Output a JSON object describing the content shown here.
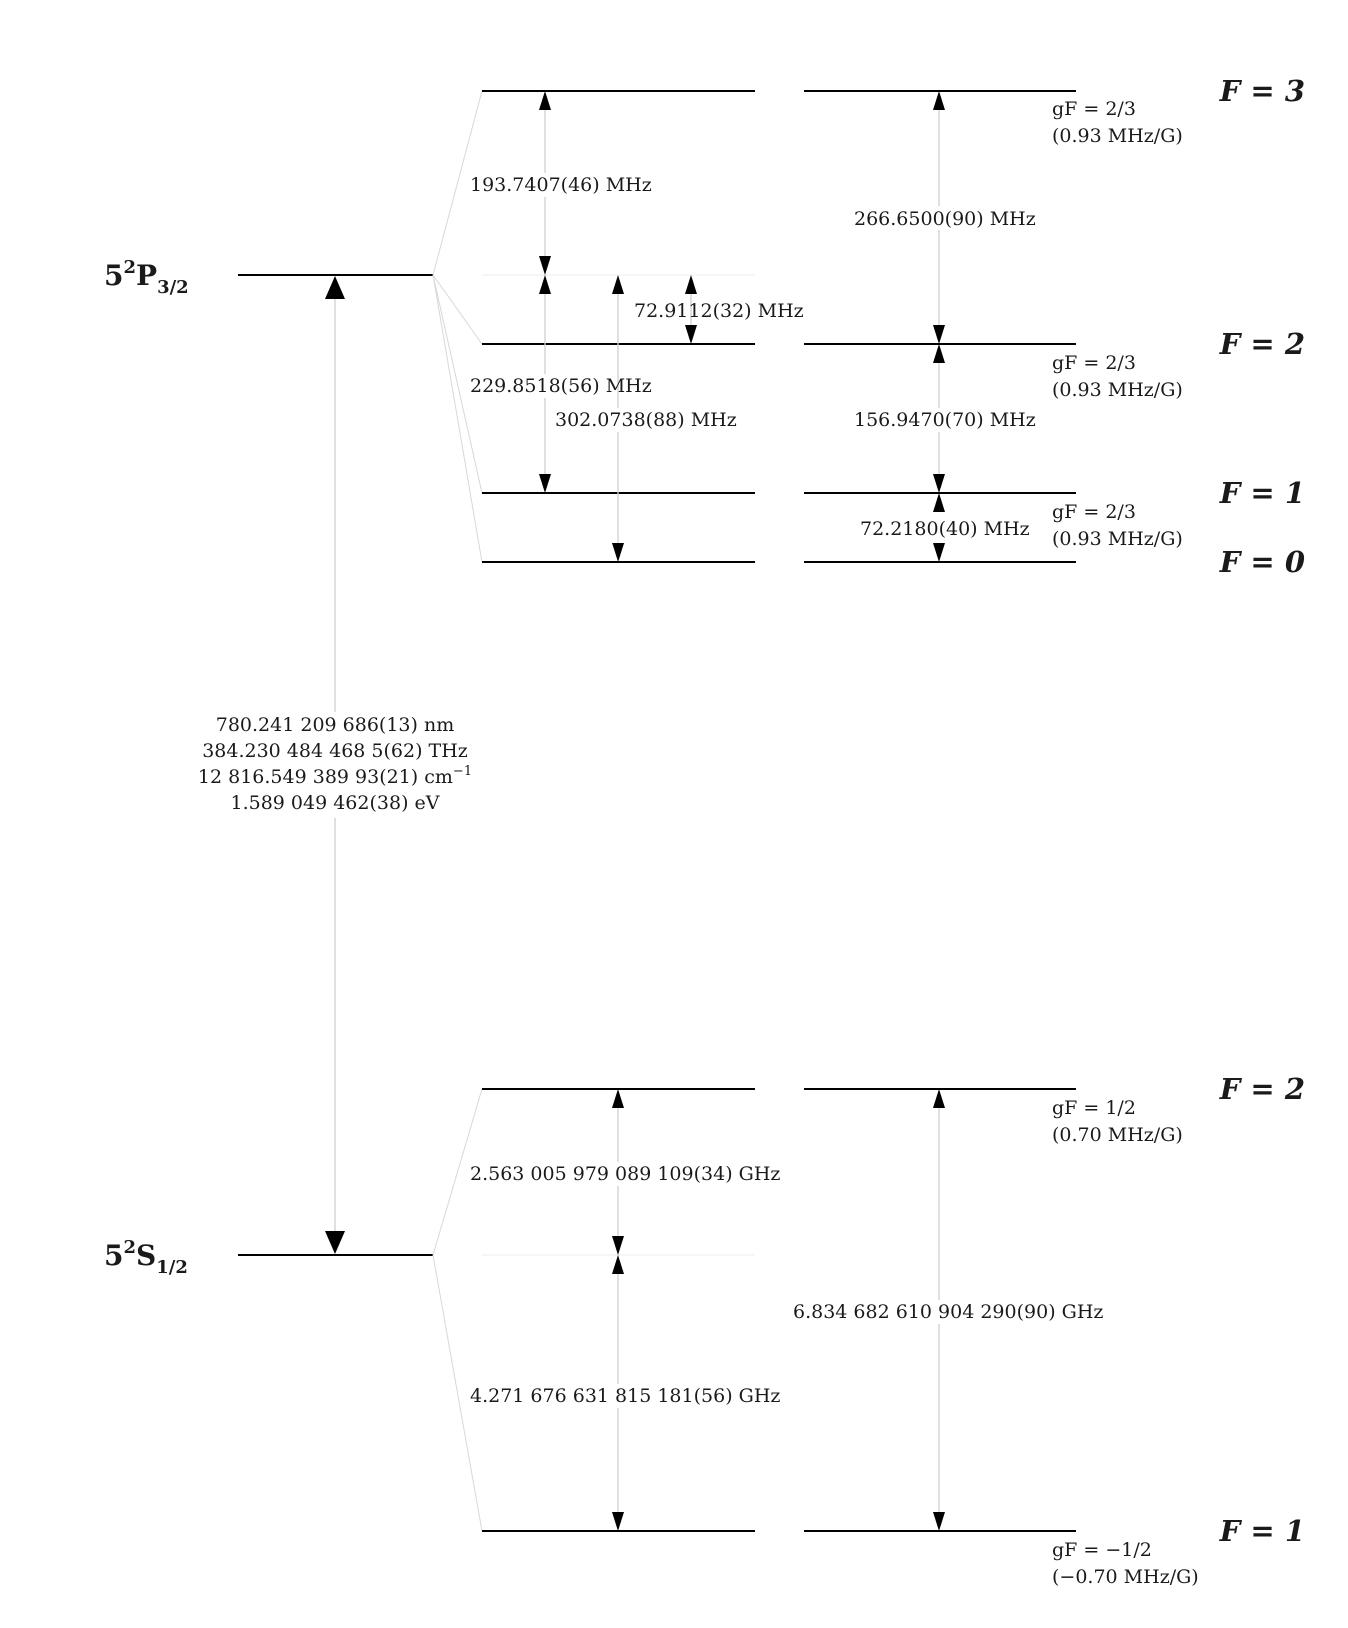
{
  "states": {
    "excited": {
      "base": "5",
      "sup": "2",
      "letter": "P",
      "sub": "3/2"
    },
    "ground": {
      "base": "5",
      "sup": "2",
      "letter": "S",
      "sub": "1/2"
    }
  },
  "f_labels": {
    "p_f3": "F = 3",
    "p_f2": "F = 2",
    "p_f1": "F = 1",
    "p_f0": "F = 0",
    "s_f2": "F = 2",
    "s_f1": "F = 1"
  },
  "g_factors": {
    "p_f3": {
      "g": "gF = 2/3",
      "shift": "(0.93 MHz/G)"
    },
    "p_f2": {
      "g": "gF = 2/3",
      "shift": "(0.93 MHz/G)"
    },
    "p_f1": {
      "g": "gF = 2/3",
      "shift": "(0.93 MHz/G)"
    },
    "s_f2": {
      "g": "gF = 1/2",
      "shift": "(0.70 MHz/G)"
    },
    "s_f1": {
      "g": "gF = −1/2",
      "shift": "(−0.70 MHz/G)"
    }
  },
  "transition": {
    "wavelength": "780.241 209 686(13) nm",
    "frequency": "384.230 484 468 5(62) THz",
    "wavenumber": "12 816.549 389 93(21) cm",
    "wavenumber_exp": "−1",
    "energy": "1.589 049 462(38) eV"
  },
  "splittings": {
    "p_f3_center": "193.7407(46) MHz",
    "p_f3_f2": "266.6500(90) MHz",
    "p_center_f2": "72.9112(32) MHz",
    "p_center_f1": "229.8518(56) MHz",
    "p_center_f0": "302.0738(88) MHz",
    "p_f2_f1": "156.9470(70) MHz",
    "p_f1_f0": "72.2180(40) MHz",
    "s_f2_center": "2.563 005 979 089 109(34) GHz",
    "s_center_f1": "4.271 676 631 815 181(56) GHz",
    "s_f2_f1": "6.834 682 610 904 290(90) GHz"
  }
}
